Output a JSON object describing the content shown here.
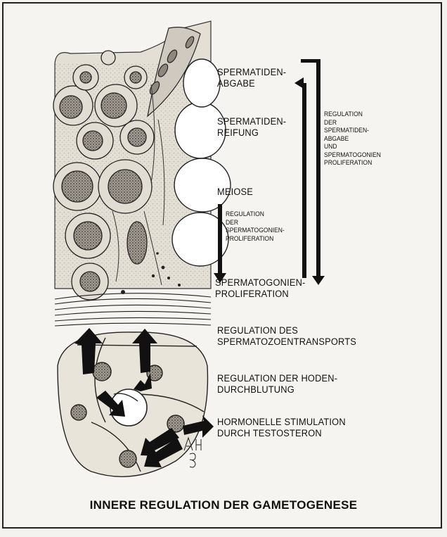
{
  "labels": {
    "spermatiden_abgabe": "SPERMATIDEN-\nABGABE",
    "spermatiden_reifung": "SPERMATIDEN-\nREIFUNG",
    "meiose": "MEIOSE",
    "spermatogonien_proliferation": "SPERMATOGONIEN-\nPROLIFERATION",
    "regulation_abgabe": "REGULATION\nDER\nSPERMATIDEN-\nABGABE\nUND\nSPERMATOGONIEN\nPROLIFERATION",
    "regulation_proliferation": "REGULATION\nDER\nSPERMATOGONIEN-\nPROLIFERATION",
    "regulation_transport": "REGULATION DES\nSPERMATOZOENTRANSPORTS",
    "regulation_durchblutung": "REGULATION DER HODEN-\nDURCHBLUTUNG",
    "hormonelle_stimulation": "HORMONELLE STIMULATION\nDURCH TESTOSTERON"
  },
  "title": "INNERE REGULATION DER GAMETOGENESE",
  "artist_signature": "AHB",
  "colors": {
    "ink": "#111111",
    "paper": "#f6f4f0",
    "cytoplasm": "#e2ddd3",
    "nucleus": "#a29c92",
    "lumen": "#ffffff"
  }
}
